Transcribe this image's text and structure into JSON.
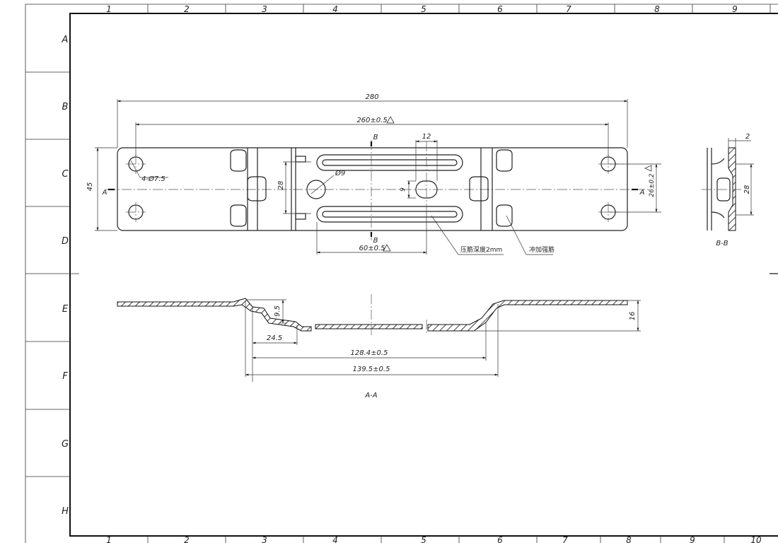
{
  "border": {
    "columns": [
      "1",
      "2",
      "3",
      "4",
      "5",
      "6",
      "7",
      "8",
      "9"
    ],
    "columns_bottom": [
      "1",
      "2",
      "3",
      "4",
      "5",
      "6",
      "7",
      "8",
      "9",
      "10"
    ],
    "rows": [
      "A",
      "B",
      "C",
      "D",
      "E",
      "F",
      "G",
      "H"
    ]
  },
  "plan_view": {
    "overall_length": "280",
    "hole_pitch": "260±0.5",
    "width": "45",
    "slot_center_width": "28",
    "hole_spec": "4-Ø7.5",
    "center_hole": "Ø9",
    "slot_gap": "12",
    "slot_height": "9",
    "slot_length": "60±0.5",
    "right_height": "26±0.2",
    "section_A_left": "A",
    "section_A_right": "A",
    "section_B_top": "B",
    "section_B_bottom": "B",
    "note_rib_depth": "压筋深度2mm",
    "note_stiffener": "冲加强筋"
  },
  "section_aa": {
    "title": "A-A",
    "step_height": "9.5",
    "total_height": "16",
    "flat_length": "24.5",
    "inner_length": "128.4±0.5",
    "outer_length": "139.5±0.5"
  },
  "section_bb": {
    "title": "B-B",
    "thickness": "2",
    "height": "28"
  }
}
